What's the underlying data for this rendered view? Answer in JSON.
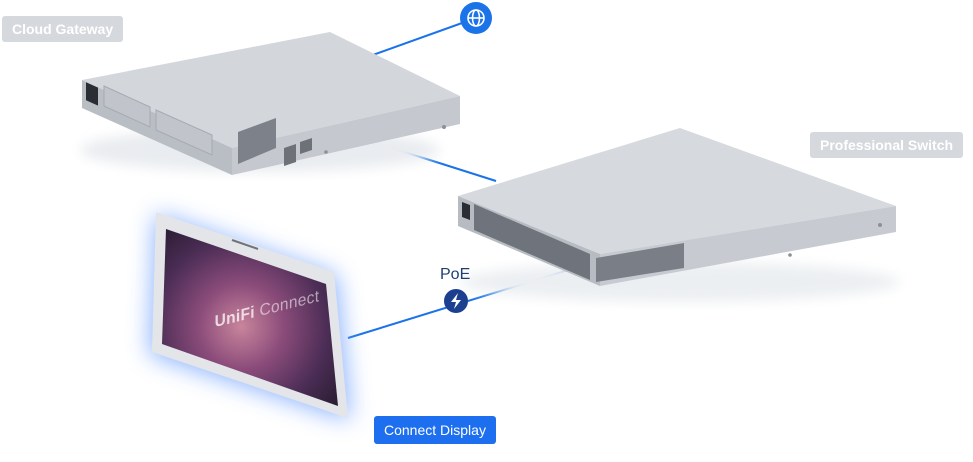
{
  "devices": {
    "gateway": {
      "label": "Cloud Gateway"
    },
    "switch": {
      "label": "Professional Switch"
    },
    "display": {
      "label": "Connect Display",
      "screen_brand_bold": "UniFi",
      "screen_brand_light": " Connect"
    }
  },
  "links": {
    "poe_label": "PoE"
  },
  "icons": {
    "internet": "globe-icon",
    "power": "lightning-bolt-icon"
  },
  "colors": {
    "link_line": "#1a73e8",
    "globe_badge": "#1a73e8",
    "poe_badge": "#1d3f8f",
    "device_label_bg": "#d5d8dc",
    "display_label_bg": "#1e6ff0",
    "device_body": "#c9ccd2",
    "display_glow": "#7aa7ff"
  }
}
